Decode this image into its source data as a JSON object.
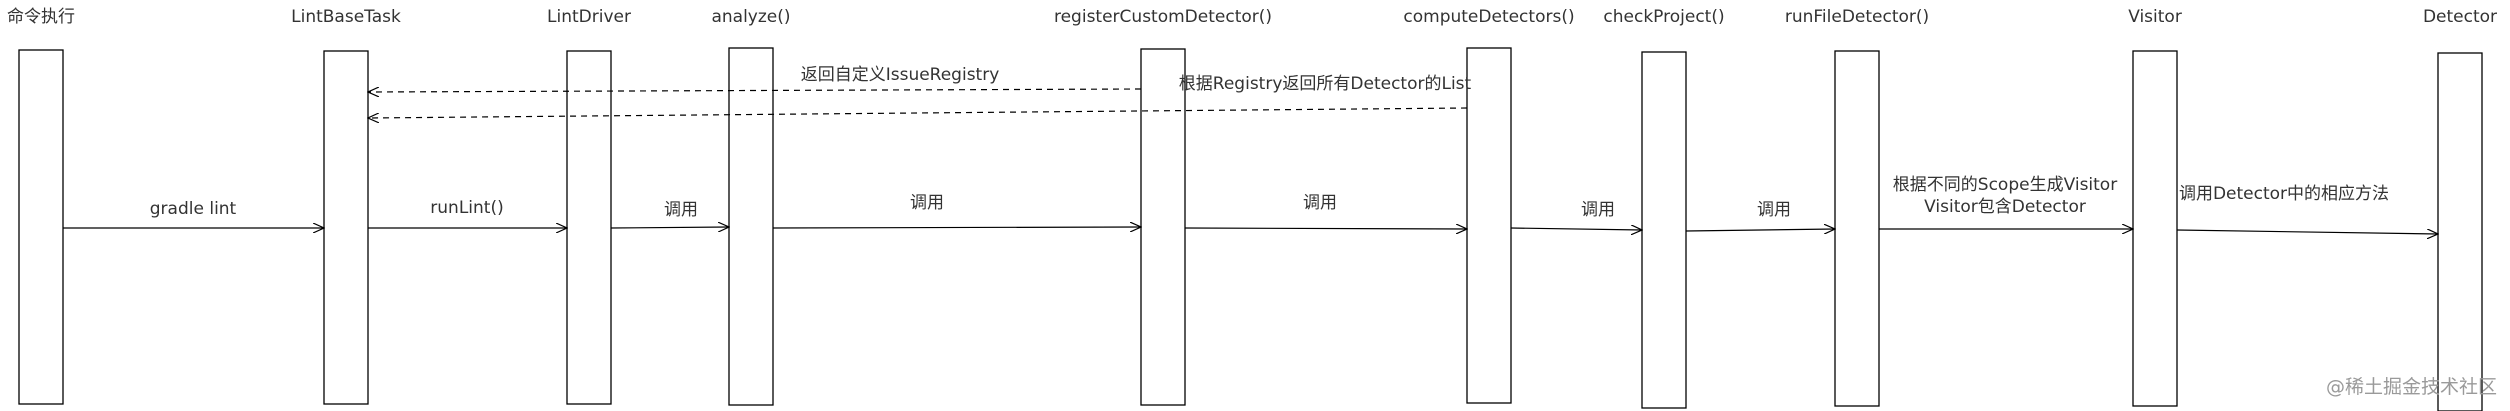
{
  "diagram": {
    "type": "sequence",
    "participants": [
      {
        "id": "cmd",
        "label": "命令执行"
      },
      {
        "id": "task",
        "label": "LintBaseTask"
      },
      {
        "id": "drv",
        "label": "LintDriver"
      },
      {
        "id": "ana",
        "label": "analyze()"
      },
      {
        "id": "reg",
        "label": "registerCustomDetector()"
      },
      {
        "id": "comp",
        "label": "computeDetectors()"
      },
      {
        "id": "chk",
        "label": "checkProject()"
      },
      {
        "id": "run",
        "label": "runFileDetector()"
      },
      {
        "id": "vis",
        "label": "Visitor"
      },
      {
        "id": "det",
        "label": "Detector"
      }
    ],
    "messages": [
      {
        "from": "reg",
        "to": "task",
        "style": "dashed",
        "labels": [
          "返回自定义IssueRegistry"
        ]
      },
      {
        "from": "comp",
        "to": "task",
        "style": "dashed",
        "labels": [
          "根据Registry返回所有Detector的List"
        ]
      },
      {
        "from": "cmd",
        "to": "task",
        "style": "solid",
        "labels": [
          "gradle lint"
        ]
      },
      {
        "from": "task",
        "to": "drv",
        "style": "solid",
        "labels": [
          "runLint()"
        ]
      },
      {
        "from": "drv",
        "to": "ana",
        "style": "solid",
        "labels": [
          "调用"
        ]
      },
      {
        "from": "ana",
        "to": "reg",
        "style": "solid",
        "labels": [
          "调用"
        ]
      },
      {
        "from": "reg",
        "to": "comp",
        "style": "solid",
        "labels": [
          "调用"
        ]
      },
      {
        "from": "comp",
        "to": "chk",
        "style": "solid",
        "labels": [
          "调用"
        ]
      },
      {
        "from": "chk",
        "to": "run",
        "style": "solid",
        "labels": [
          "调用"
        ]
      },
      {
        "from": "run",
        "to": "vis",
        "style": "solid",
        "labels": [
          "根据不同的Scope生成Visitor",
          "Visitor包含Detector"
        ]
      },
      {
        "from": "vis",
        "to": "det",
        "style": "solid",
        "labels": [
          "调用Detector中的相应方法"
        ]
      }
    ]
  },
  "watermark": "@稀土掘金技术社区",
  "colors": {
    "line": "#000000",
    "text": "#333333",
    "watermark": "#9a9a9a"
  }
}
